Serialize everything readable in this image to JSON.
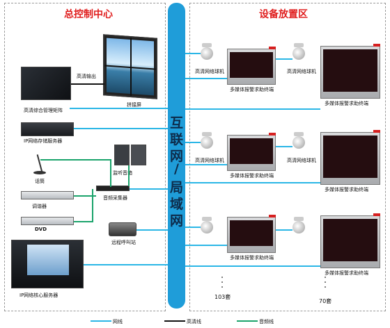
{
  "left_title": "总控制中心",
  "right_title": "设备放置区",
  "bus_text": [
    "互",
    "联",
    "网",
    "/",
    "局",
    "域",
    "网"
  ],
  "devices": {
    "matrix": "高清综合管理矩阵",
    "hd_output": "高清输出",
    "splice_screen": "拼接屏",
    "storage_server": "IP网络存储服务器",
    "monitor_speaker": "监听音箱",
    "mic": "话筒",
    "tuner": "调谐器",
    "audio_collector": "音频采集器",
    "dvd": "DVD",
    "intercom": "远程呼叫站",
    "core_server": "IP网络核心服务器"
  },
  "field": {
    "camera": "高清网络球机",
    "terminal": "多媒体报警求助终端",
    "count_left": "103套",
    "count_right": "70套"
  },
  "legend": [
    "网线",
    "高清线",
    "音频线"
  ],
  "colors": {
    "network": "#2ab6e6",
    "hd": "#111111",
    "audio": "#1aa36b",
    "title": "#e01e1e",
    "bus": "#1f9dd9"
  }
}
